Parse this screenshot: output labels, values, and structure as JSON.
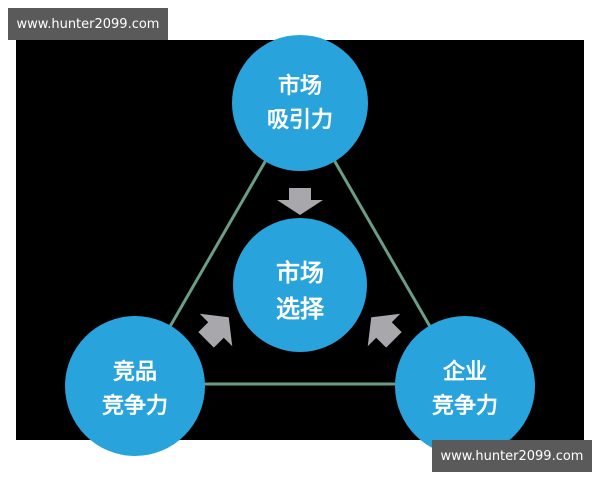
{
  "watermark": {
    "top": "www.hunter2099.com",
    "bottom": "www.hunter2099.com"
  },
  "diagram": {
    "nodes": {
      "top": {
        "line1": "市场",
        "line2": "吸引力"
      },
      "center": {
        "line1": "市场",
        "line2": "选择"
      },
      "bottom_left": {
        "line1": "竞品",
        "line2": "竞争力"
      },
      "bottom_right": {
        "line1": "企业",
        "line2": "竞争力"
      }
    },
    "colors": {
      "background": "#000000",
      "circle": "#29a3dc",
      "edge": "#6a9e86",
      "arrow": "#a8a8ac",
      "text": "#ffffff"
    }
  }
}
